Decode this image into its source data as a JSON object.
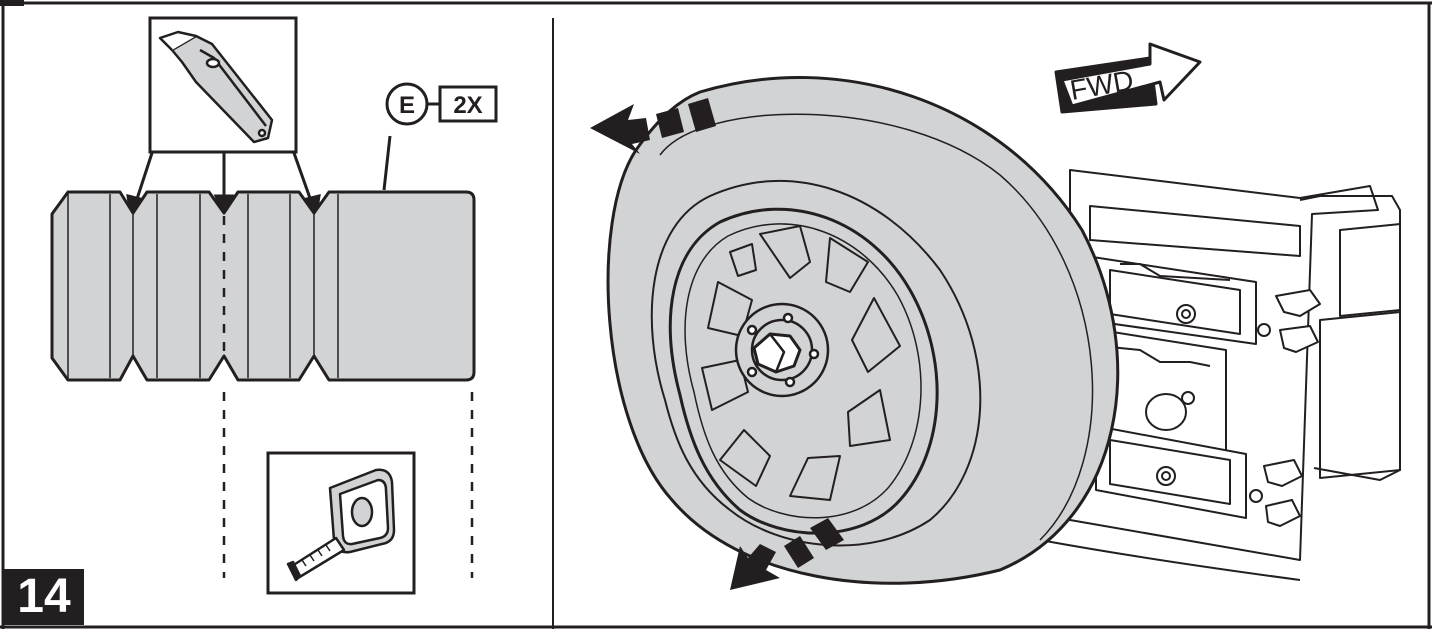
{
  "step_number": "14",
  "callout": {
    "letter": "E",
    "quantity": "2X"
  },
  "direction_label": "FWD",
  "icons": [
    "utility-knife-icon",
    "tape-measure-icon"
  ],
  "colors": {
    "fill": "#d1d3d4",
    "ink": "#231f20",
    "background": "#ffffff"
  }
}
